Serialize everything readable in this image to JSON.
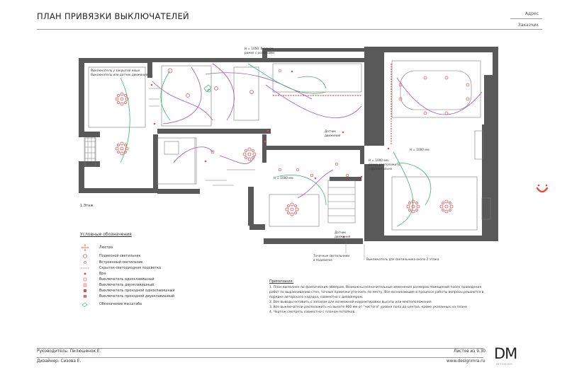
{
  "title": "ПЛАН ПРИВЯЗКИ ВЫКЛЮЧАТЕЛЕЙ",
  "header": {
    "address": "Адрес",
    "client": "Заказчик"
  },
  "floor_label": "1 Этаж",
  "plan_notes": {
    "n1": "Выключатель у закрытой нише",
    "n1b": "Выключатель или датчик движения",
    "n2": "H = 1050. В одном",
    "n2b": "рамке с розетками",
    "n3": "Датчик",
    "n3b": "движения",
    "n4": "H = 1000 мм,",
    "n4b": "рамку расположить",
    "n4c": "горизонтально",
    "n5": "H = 1000 мм",
    "n6": "H = 1000 мм",
    "n7": "Датчик",
    "n7b": "движения",
    "n8": "Точечные светильники",
    "n8b": "в подсветке",
    "n9": "Выключатель для светильника около 2 этажа"
  },
  "legend": {
    "title": "Условные обозначения",
    "items": [
      "Люстра",
      "Подвесной светильник",
      "Встроенный светильник",
      "Скрытая светодиодная подсветка",
      "Бра",
      "Выключатель одноклавишный",
      "Выключатель двухклавишный",
      "Выключатель проходной одноклавишный",
      "Выключатель проходной двухклавишный",
      "Обозначение масштаба"
    ]
  },
  "notes": {
    "heading": "Примечания:",
    "items": [
      "1. План выполнен по фактическим обмерам. Возможны незначительные изменения размеров помещений после проведения работ по выравниванию стен, точные привязки уточнить по месту. Все возникающие в процессе работы вопросы решаются в порядке авторского надзора, совместно с дизайнером.",
      "2. Все выводы оставить с запасом для возможной корректировки высоты или местоположения.",
      "3. Все выключатели расположить на высоте 900 мм от \"чистого\" уровня пола до центра, кроме указанных на плане",
      "4. Чертеж смотреть совместно с планом потолков."
    ]
  },
  "footer": {
    "manager": "Руководитель: Пилюшенок Е.",
    "designer": "Дизайнер: Сизова Е.",
    "sheet": "Листов из 9.30",
    "site": "www.designmra.ru"
  },
  "logo": {
    "mark": "DM",
    "sub": "INTERIOR"
  },
  "colors": {
    "accent": "#e05050",
    "wall": "#595959",
    "line_purple": "#9b59b6",
    "line_green": "#3cb371",
    "side_icon": "#e74c3c"
  }
}
